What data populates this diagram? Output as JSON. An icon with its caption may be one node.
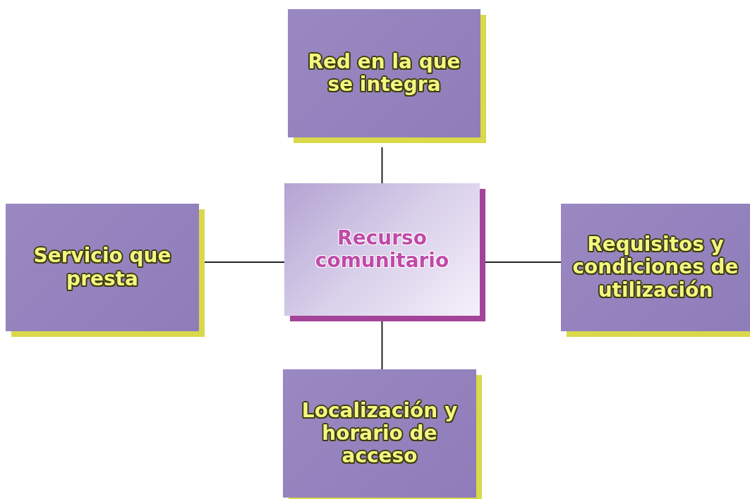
{
  "diagram": {
    "nodes": [
      {
        "text": [
          "Red en la que se integra"
        ]
      },
      {
        "text": [
          "Servicio que presta"
        ]
      },
      {
        "text": [
          "Recurso comunitario"
        ]
      },
      {
        "text": [
          "Requisitos y condiciones de utilización"
        ]
      },
      {
        "text": [
          "Localización y horario de acceso"
        ]
      }
    ],
    "edges": [
      {
        "from": 2,
        "to": 0,
        "arrow": "none"
      },
      {
        "from": 2,
        "to": 1,
        "arrow": "none"
      },
      {
        "from": 2,
        "to": 3,
        "arrow": "none"
      },
      {
        "from": 2,
        "to": 4,
        "arrow": "none"
      }
    ]
  }
}
